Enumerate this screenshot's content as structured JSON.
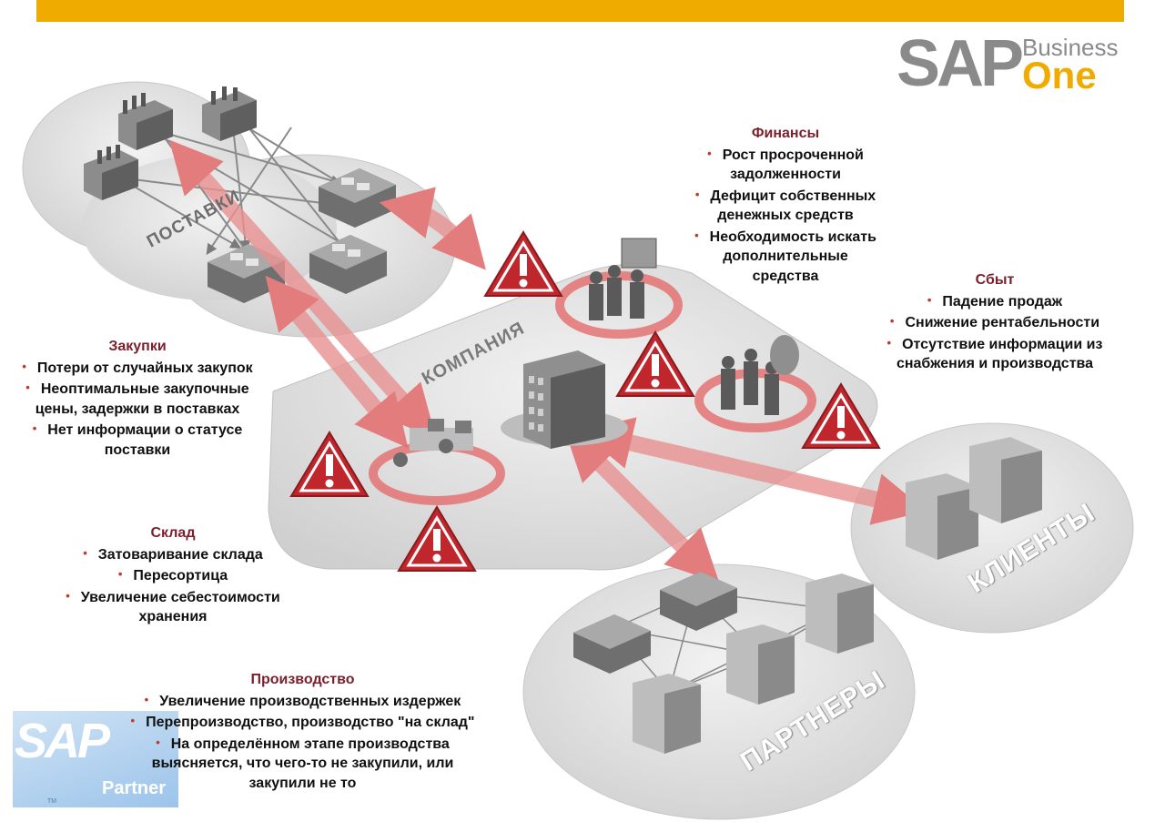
{
  "logo": {
    "sap": "SAP",
    "business": "Business",
    "one": "One"
  },
  "partner_logo": {
    "sap": "SAP",
    "partner": "Partner",
    "tm": "TM"
  },
  "regions": {
    "suppliers": "ПОСТАВКИ",
    "company": "КОМПАНИЯ",
    "clients": "КЛИЕНТЫ",
    "partners": "ПАРТНЕРЫ"
  },
  "blocks": {
    "finance": {
      "title": "Финансы",
      "items": [
        "Рост просроченной",
        "задолженности",
        "Дефицит собственных",
        "денежных средств",
        "Необходимость искать",
        "дополнительные",
        "средства"
      ]
    },
    "sales": {
      "title": "Сбыт",
      "items": [
        "Падение продаж",
        "Снижение рентабельности",
        "Отсутствие информации из",
        "снабжения и производства"
      ]
    },
    "purchasing": {
      "title": "Закупки",
      "items": [
        "Потери от случайных закупок",
        "Неоптимальные закупочные",
        "цены, задержки в поставках",
        "Нет информации о статусе",
        "поставки"
      ]
    },
    "warehouse": {
      "title": "Склад",
      "items": [
        "Затоваривание склада",
        "Пересортица",
        "Увеличение себестоимости",
        "хранения"
      ]
    },
    "production": {
      "title": "Производство",
      "items": [
        "Увеличение производственных издержек",
        "Перепроизводство, производство \"на склад\"",
        "На определённом этапе производства",
        "выясняется, что чего-то не закупили, или",
        "закупили не то"
      ]
    }
  },
  "colors": {
    "accent": "#f0ab00",
    "title": "#7a1f2b",
    "warning": "#c0272d",
    "arrow": "#e8a0a0",
    "platform": "#dcdcdc"
  }
}
